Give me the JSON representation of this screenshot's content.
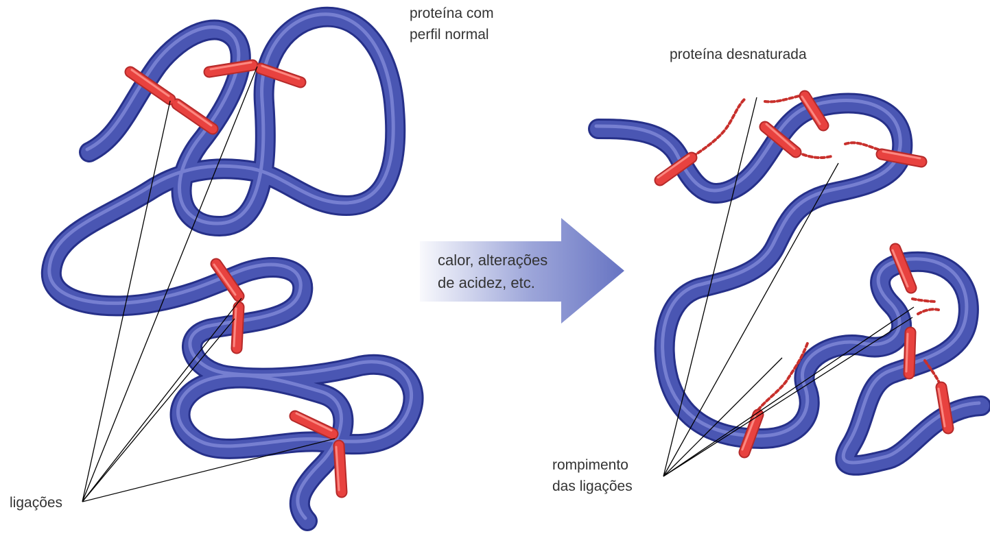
{
  "labels": {
    "native_protein_line1": "proteína com",
    "native_protein_line2": "perfil normal",
    "denatured_protein": "proteína desnaturada",
    "arrow_line1": "calor, alterações",
    "arrow_line2": "de acidez, etc.",
    "bonds": "ligações",
    "broken_bonds_line1": "rompimento",
    "broken_bonds_line2": "das ligações"
  },
  "colors": {
    "protein_chain": "#4a56b3",
    "protein_highlight": "#9aa3ea",
    "bond": "#e8423f",
    "bond_highlight": "#ff9a92",
    "arrow": "#7a86cc",
    "pointer_lines": "#000000",
    "text": "#333333"
  }
}
